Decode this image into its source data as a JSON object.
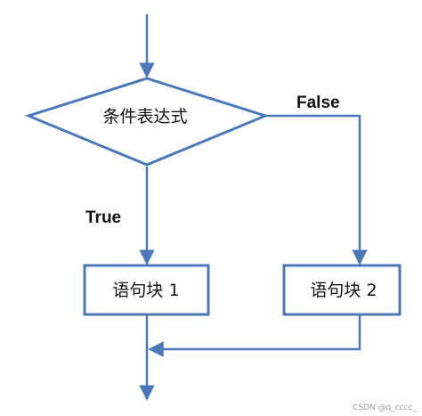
{
  "diagram": {
    "decision": {
      "label": "条件表达式"
    },
    "branch_true": {
      "label": "True"
    },
    "branch_false": {
      "label": "False"
    },
    "block1": {
      "label": "语句块 1"
    },
    "block2": {
      "label": "语句块 2"
    }
  },
  "watermark": {
    "text": "CSDN @q_cccc_"
  },
  "colors": {
    "stroke": "#4a78b8",
    "text": "#111111",
    "background": "#ffffff"
  }
}
